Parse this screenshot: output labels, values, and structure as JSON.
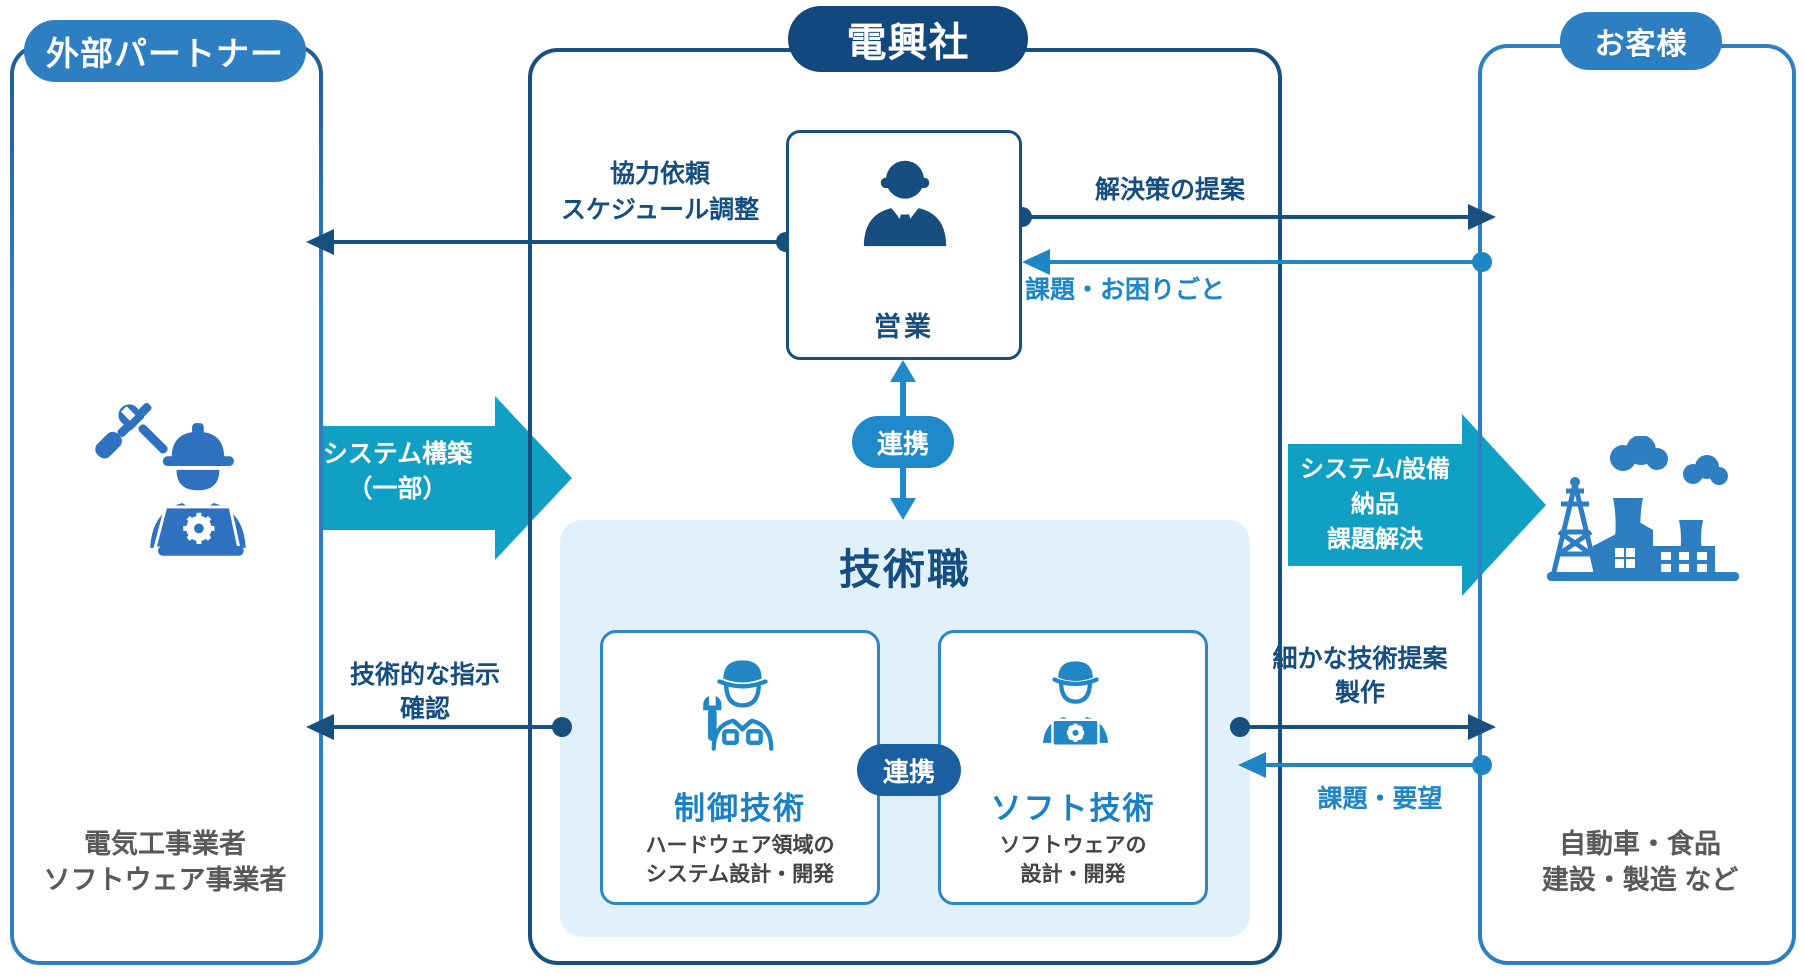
{
  "diagram": {
    "partner": {
      "pill": "外部パートナー",
      "desc": "電気工事業者\nソフトウェア事業者"
    },
    "company": {
      "pill": "電興社",
      "sales_label": "営業",
      "link_vertical": "連携",
      "tech": {
        "title": "技術職",
        "link": "連携",
        "control_card": {
          "title": "制御技術",
          "desc": "ハードウェア領域の\nシステム設計・開発"
        },
        "soft_card": {
          "title": "ソフト技術",
          "desc": "ソフトウェアの\n設計・開発"
        }
      }
    },
    "customer": {
      "pill": "お客様",
      "desc": "自動車・食品\n建設・製造 など"
    },
    "flows": {
      "cooperation": "協力依頼\nスケジュール調整",
      "solution": "解決策の提案",
      "problem": "課題・お困りごと",
      "system_build": "システム構築\n（一部）",
      "system_delivery": "システム/設備\n納品\n課題解決",
      "tech_instruction": "技術的な指示\n確認",
      "detail_proposal": "細かな技術提案\n製作",
      "request": "課題・要望"
    },
    "icons": {
      "partner_worker": "construction-worker-laptop-icon",
      "sales": "business-person-icon",
      "control": "mechanic-wrench-icon",
      "soft": "software-engineer-laptop-icon",
      "customer": "factory-power-plant-icon"
    },
    "colors": {
      "navy": "#17507f",
      "blue": "#2e7fc1",
      "sky": "#1f86c6",
      "teal": "#10a0c4",
      "light_bg": "#e1f1fb",
      "link_dark": "#1a5f9f",
      "card_title": "#1b80c4",
      "text_gray": "#595959"
    }
  }
}
